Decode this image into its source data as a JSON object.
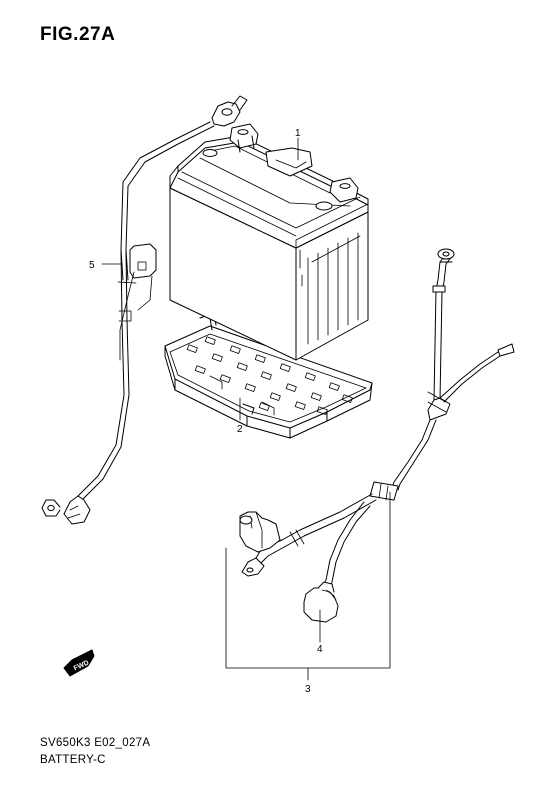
{
  "figure": {
    "title": "FIG.27A",
    "code": "SV650K3 E02_027A",
    "name": "BATTERY-C"
  },
  "callouts": [
    {
      "number": "1",
      "part": "battery"
    },
    {
      "number": "2",
      "part": "battery-tray"
    },
    {
      "number": "3",
      "part": "starter-motor-lead-assembly"
    },
    {
      "number": "4",
      "part": "terminal-cap"
    },
    {
      "number": "5",
      "part": "battery-minus-lead"
    }
  ],
  "direction_marker": {
    "label": "FWD",
    "icon": "forward-arrow-icon"
  }
}
